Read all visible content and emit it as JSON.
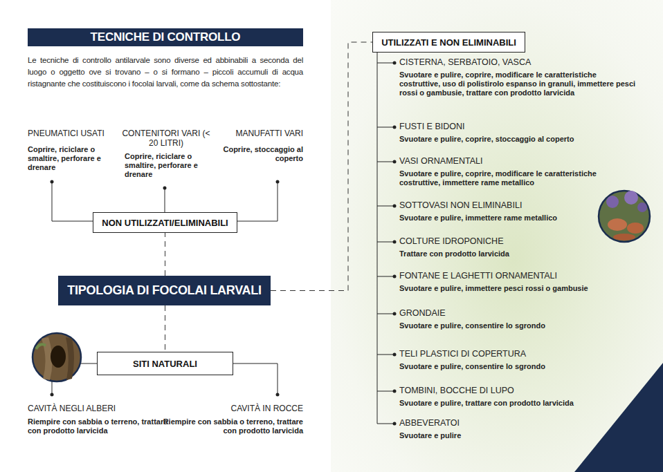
{
  "diagram": {
    "title": "TECNICHE DI CONTROLLO",
    "nodes": [
      {
        "text": [
          "NON UTILIZZATI/ELIMINABILI"
        ]
      },
      {
        "text": [
          "TIPOLOGIA DI FOCOLAI LARVALI"
        ]
      },
      {
        "text": [
          "SITI NATURALI"
        ]
      },
      {
        "text": [
          "UTILIZZATI E NON ELIMINABILI"
        ]
      }
    ],
    "edges": [
      {
        "from": 1,
        "to": 0,
        "arrow": "none"
      },
      {
        "from": 1,
        "to": 2,
        "arrow": "none"
      },
      {
        "from": 1,
        "to": 3,
        "arrow": "none"
      }
    ],
    "labels": [
      "Le tecniche di controllo antilarvale sono diverse ed abbinabili a seconda del luogo o oggetto ove si trovano – o si formano – piccoli accumuli di acqua ristagnante che costituiscono i focolai larvali, come da schema sottostante:",
      "PNEUMATICI USATI",
      "Coprire, riciclare o smaltire, perforare e drenare",
      "CONTENITORI VARI (< 20 LITRI)",
      "Coprire, riciclare o smaltire, perforare e drenare",
      "MANUFATTI VARI",
      "Coprire, stoccaggio al coperto",
      "CAVITÀ NEGLI ALBERI",
      "Riempire con sabbia o terreno, trattare con prodotto larvicida",
      "CAVITÀ IN ROCCE",
      "Riempire con sabbia o terreno, trattare con prodotto larvicida",
      "CISTERNA, SERBATOIO, VASCA",
      "Svuotare e pulire, coprire, modificare le caratteristiche costruttive, uso di polistirolo espanso in granuli, immettere pesci rossi o gambusie, trattare con prodotto larvicida",
      "FUSTI E BIDONI",
      "Svuotare e pulire, coprire, stoccaggio al coperto",
      "VASI ORNAMENTALI",
      "Svuotare e pulire, coprire, modificare le caratteristiche costruttive, immettere rame metallico",
      "SOTTOVASI NON ELIMINABILI",
      "Svuotare e pulire, immettere rame metallico",
      "COLTURE IDROPONICHE",
      "Trattare con prodotto larvicida",
      "FONTANE E LAGHETTI ORNAMENTALI",
      "Svuotare e pulire, immettere pesci rossi o gambusie",
      "GRONDAIE",
      "Svuotare e pulire, consentire lo sgrondo",
      "TELI PLASTICI DI COPERTURA",
      "Svuotare e pulire, consentire lo sgrondo",
      "TOMBINI, BOCCHE DI LUPO",
      "Svuotare e pulire, trattare con prodotto larvicida",
      "ABBEVERATOI",
      "Svuotare e pulire"
    ]
  }
}
